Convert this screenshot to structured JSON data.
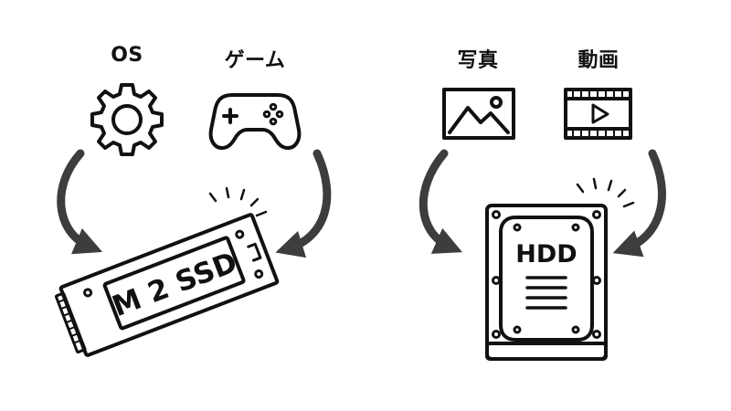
{
  "labels": {
    "os": "OS",
    "game": "ゲーム",
    "photo": "写真",
    "video": "動画"
  },
  "devices": {
    "ssd": "M 2 SSD",
    "hdd": "HDD"
  },
  "icons": {
    "os": "gear-icon",
    "game": "gamepad-icon",
    "photo": "image-icon",
    "video": "film-play-icon",
    "ssd": "m2-ssd-icon",
    "hdd": "hard-disk-icon"
  },
  "colors": {
    "ink": "#111111",
    "arrow": "#3d3d3d",
    "background": "#ffffff"
  }
}
